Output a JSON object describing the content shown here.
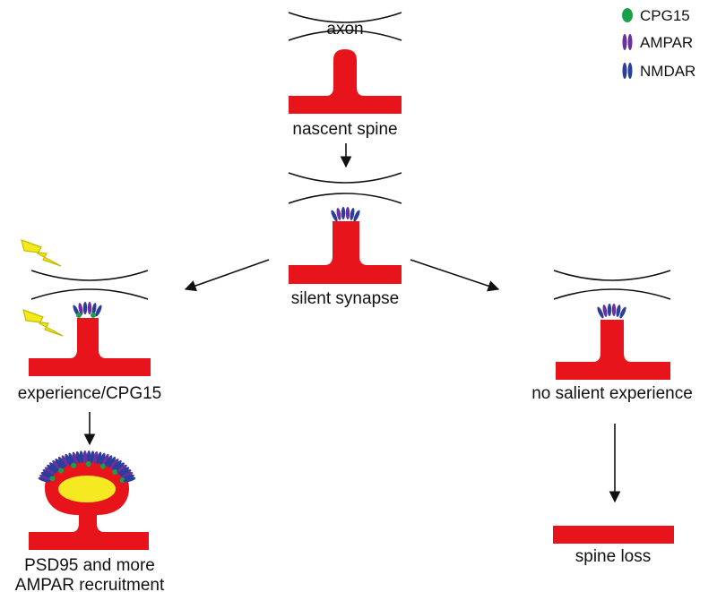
{
  "colors": {
    "spine": "#e8141c",
    "psd95": "#f5ea22",
    "cpg15": "#19a04a",
    "ampar": "#6b2fa0",
    "nmdar": "#2a3e9a",
    "lightning": "#f2ea1a",
    "line": "#111111"
  },
  "legend": {
    "items": [
      {
        "label": "CPG15",
        "color": "#19a04a",
        "icon": "green-dot-icon"
      },
      {
        "label": "AMPAR",
        "color": "#6b2fa0",
        "icon": "purple-receptor-icon"
      },
      {
        "label": "NMDAR",
        "color": "#2a3e9a",
        "icon": "blue-receptor-icon"
      }
    ]
  },
  "stages": {
    "nascent": {
      "axon_label": "axon",
      "label": "nascent spine"
    },
    "silent": {
      "label": "silent synapse"
    },
    "experience": {
      "label": "experience/CPG15"
    },
    "mature": {
      "label_line1": "PSD95 and more",
      "label_line2": "AMPAR recruitment"
    },
    "no_experience": {
      "label": "no salient experience"
    },
    "loss": {
      "label": "spine loss"
    }
  }
}
